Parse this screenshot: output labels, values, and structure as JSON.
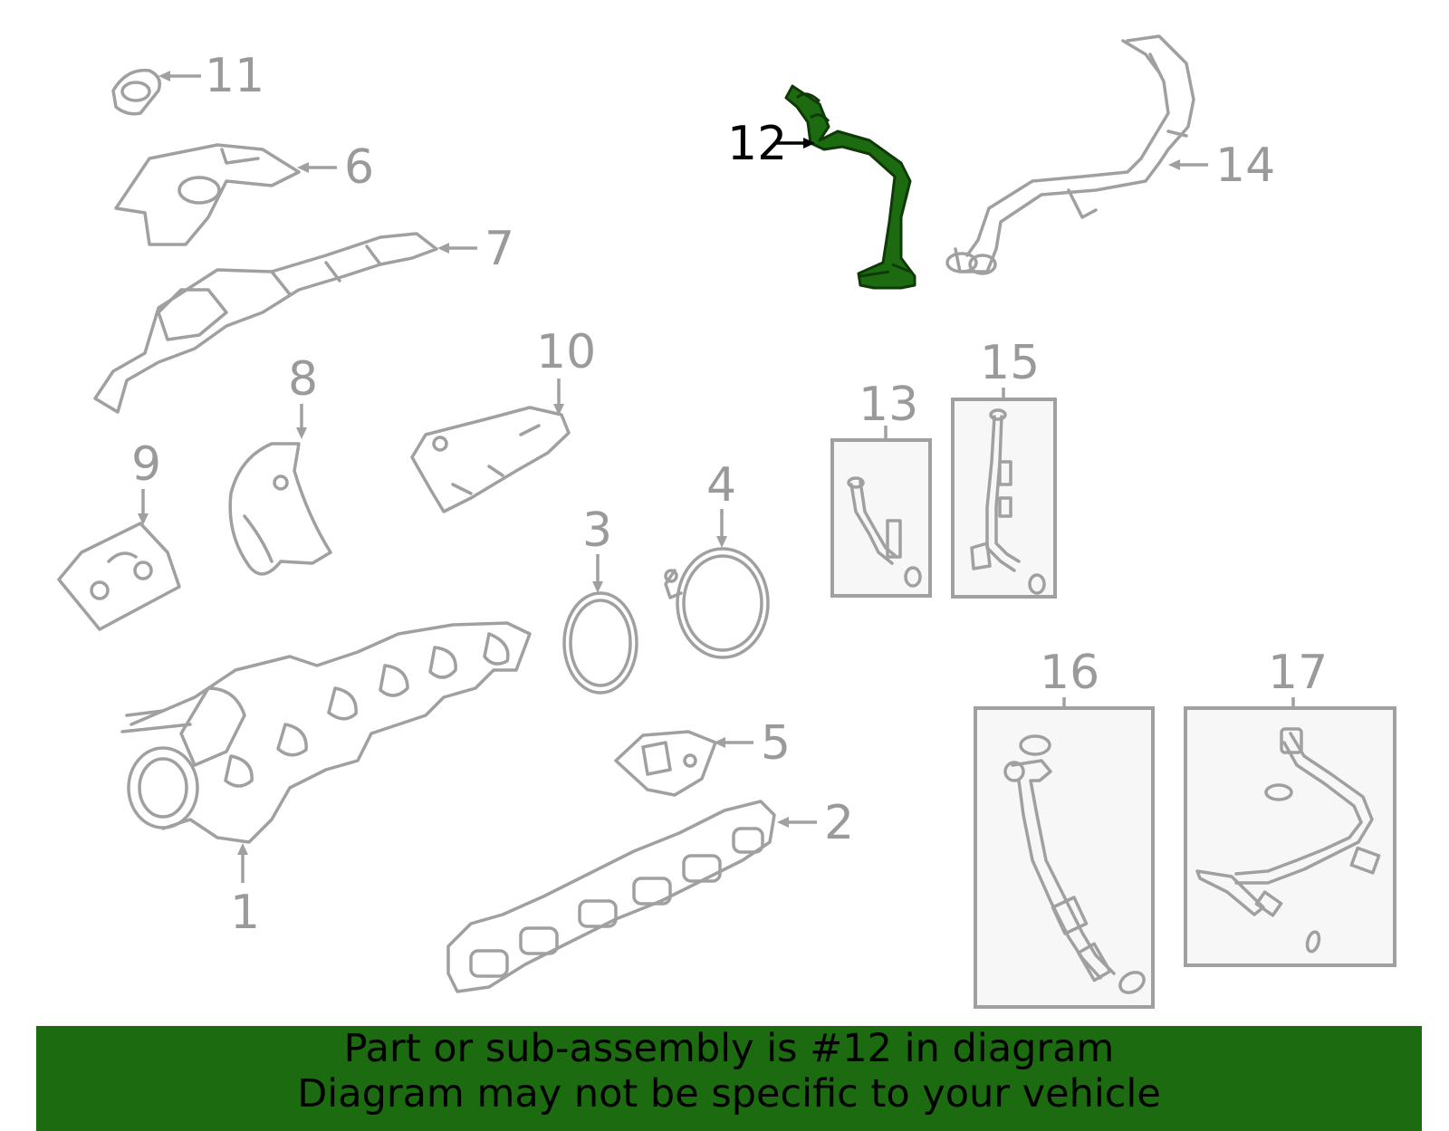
{
  "callouts": {
    "c1": "1",
    "c2": "2",
    "c3": "3",
    "c4": "4",
    "c5": "5",
    "c6": "6",
    "c7": "7",
    "c8": "8",
    "c9": "9",
    "c10": "10",
    "c11": "11",
    "c12": "12",
    "c13": "13",
    "c14": "14",
    "c15": "15",
    "c16": "16",
    "c17": "17"
  },
  "highlight": {
    "part": "12",
    "color": "#1c6b10",
    "text_color": "#000000"
  },
  "colors": {
    "line_art": "#a0a0a0",
    "banner_bg": "#1c6b10",
    "background": "#ffffff"
  },
  "banner": {
    "line1": "Part or sub-assembly is #12 in diagram",
    "line2": "Diagram may not be specific to your vehicle"
  }
}
